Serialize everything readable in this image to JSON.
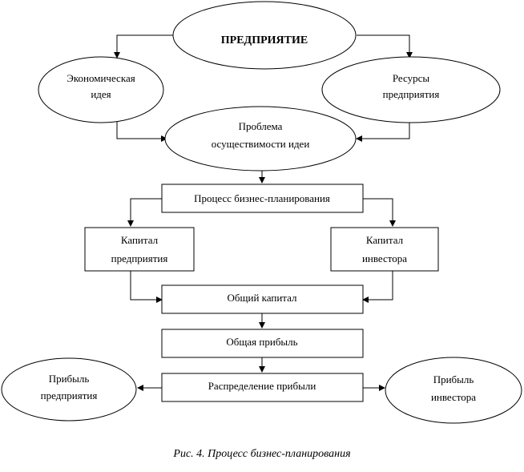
{
  "nodes": {
    "enterprise": "ПРЕДПРИЯТИЕ",
    "economic_idea": [
      "Экономическая",
      "идея"
    ],
    "resources": [
      "Ресурсы",
      "предприятия"
    ],
    "problem": [
      "Проблема",
      "осуществимости идеи"
    ],
    "process": "Процесс бизнес-планирования",
    "capital_enterprise": [
      "Капитал",
      "предприятия"
    ],
    "capital_investor": [
      "Капитал",
      "инвестора"
    ],
    "total_capital": "Общий капитал",
    "total_profit": "Общая прибыль",
    "distribution": "Распределение прибыли",
    "profit_enterprise": [
      "Прибыль",
      "предприятия"
    ],
    "profit_investor": [
      "Прибыль",
      "инвестора"
    ]
  },
  "caption": "Рис. 4. Процесс бизнес-планирования"
}
